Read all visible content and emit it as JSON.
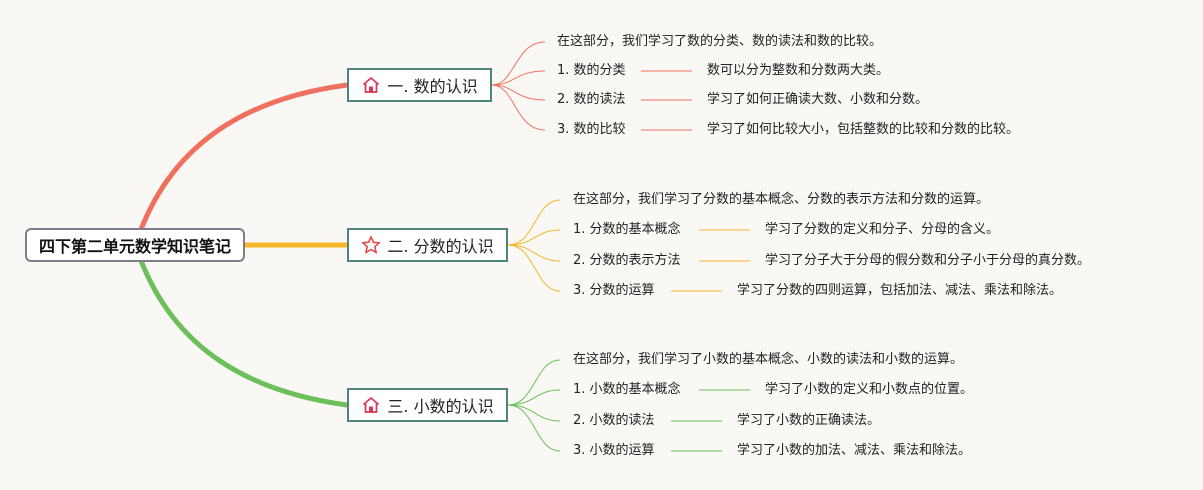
{
  "root": {
    "title": "四下第二单元数学知识笔记"
  },
  "branches": [
    {
      "title": "一. 数的认识",
      "icon": "house-icon",
      "color": "#f07060",
      "intro": "在这部分，我们学习了数的分类、数的读法和数的比较。",
      "items": [
        {
          "label": "1. 数的分类",
          "desc": "数可以分为整数和分数两大类。"
        },
        {
          "label": "2. 数的读法",
          "desc": "学习了如何正确读大数、小数和分数。"
        },
        {
          "label": "3. 数的比较",
          "desc": "学习了如何比较大小，包括整数的比较和分数的比较。"
        }
      ]
    },
    {
      "title": "二. 分数的认识",
      "icon": "star-icon",
      "color": "#f5b62a",
      "intro": "在这部分，我们学习了分数的基本概念、分数的表示方法和分数的运算。",
      "items": [
        {
          "label": "1. 分数的基本概念",
          "desc": "学习了分数的定义和分子、分母的含义。"
        },
        {
          "label": "2. 分数的表示方法",
          "desc": "学习了分子大于分母的假分数和分子小于分母的真分数。"
        },
        {
          "label": "3. 分数的运算",
          "desc": "学习了分数的四则运算，包括加法、减法、乘法和除法。"
        }
      ]
    },
    {
      "title": "三. 小数的认识",
      "icon": "house-icon",
      "color": "#6cbf5a",
      "intro": "在这部分，我们学习了小数的基本概念、小数的读法和小数的运算。",
      "items": [
        {
          "label": "1. 小数的基本概念",
          "desc": "学习了小数的定义和小数点的位置。"
        },
        {
          "label": "2. 小数的读法",
          "desc": "学习了小数的正确读法。"
        },
        {
          "label": "3. 小数的运算",
          "desc": "学习了小数的加法、减法、乘法和除法。"
        }
      ]
    }
  ]
}
